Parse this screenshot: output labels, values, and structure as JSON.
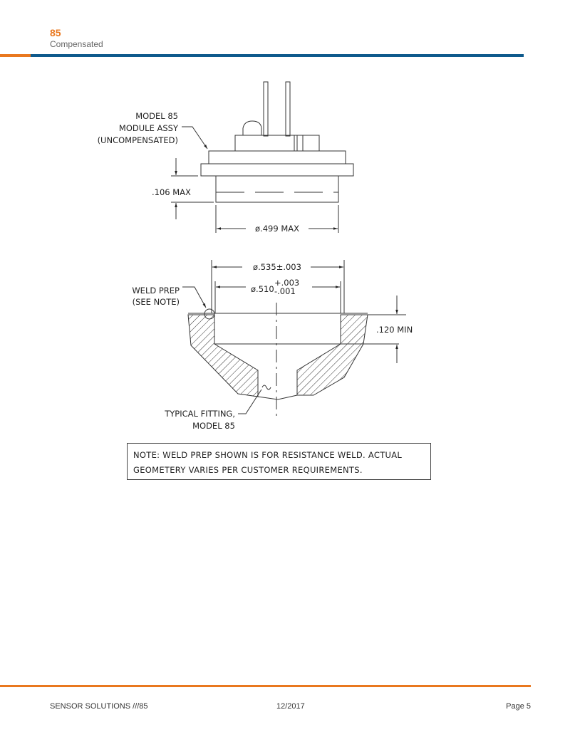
{
  "header": {
    "model": "85",
    "subtitle": "Compensated"
  },
  "drawing": {
    "module_label": [
      "MODEL 85",
      "MODULE ASSY",
      "(UNCOMPENSATED)"
    ],
    "dim_height": ".106 MAX",
    "dim_diameter": "ø.499 MAX",
    "dim_outer": "ø.535±.003",
    "dim_inner": "ø.510",
    "dim_inner_tol_plus": "+.003",
    "dim_inner_tol_minus": "-.001",
    "weld_label": [
      "WELD PREP",
      "(SEE NOTE)"
    ],
    "dim_depth": ".120 MIN",
    "fitting_label": [
      "TYPICAL FITTING,",
      "MODEL 85"
    ]
  },
  "note": {
    "lines": [
      "NOTE: WELD PREP SHOWN IS FOR RESISTANCE WELD. ACTUAL",
      "GEOMETERY VARIES PER CUSTOMER REQUIREMENTS."
    ]
  },
  "footer": {
    "left": "SENSOR SOLUTIONS ///85",
    "center": "12/2017",
    "right": "Page 5"
  },
  "colors": {
    "accent": "#e9781f",
    "brand_blue": "#0f5a8c"
  }
}
